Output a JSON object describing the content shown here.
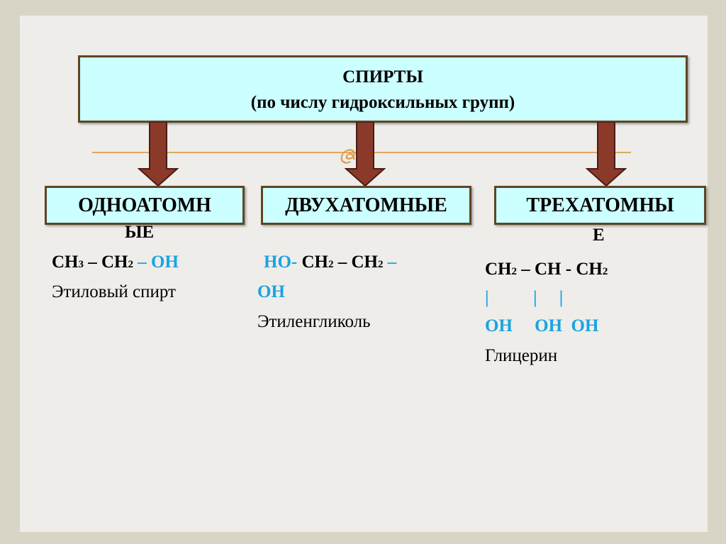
{
  "title": {
    "line1": "СПИРТЫ",
    "line2": "(по числу гидроксильных групп)"
  },
  "categories": [
    {
      "label": "ОДНОАТОМН",
      "label_wrap": "ЫЕ",
      "formula": {
        "a": "CH",
        "a_sub": "3",
        "b": " – CH",
        "b_sub": "2",
        "c": " – OH"
      },
      "name": "Этиловый спирт"
    },
    {
      "label": "ДВУХАТОМНЫЕ",
      "formula": {
        "a": "HO-",
        "b": " CH",
        "b_sub": "2",
        "c": " – CH",
        "c_sub": "2",
        "d": " –",
        "e": "OH"
      },
      "name": "Этиленгликоль"
    },
    {
      "label": "ТРЕХАТОМНЫ",
      "label_wrap": "Е",
      "formula": {
        "a": "CH",
        "a_sub": "2",
        "b": " – CH - CH",
        "b_sub": "2",
        "bars": "|          |     |",
        "oh": "OH     OH  OH"
      },
      "name": "Глицерин"
    }
  ],
  "colors": {
    "box_fill": "#ccffff",
    "arrow": "#8b3a2a",
    "hydroxyl": "#1aa3e0"
  }
}
